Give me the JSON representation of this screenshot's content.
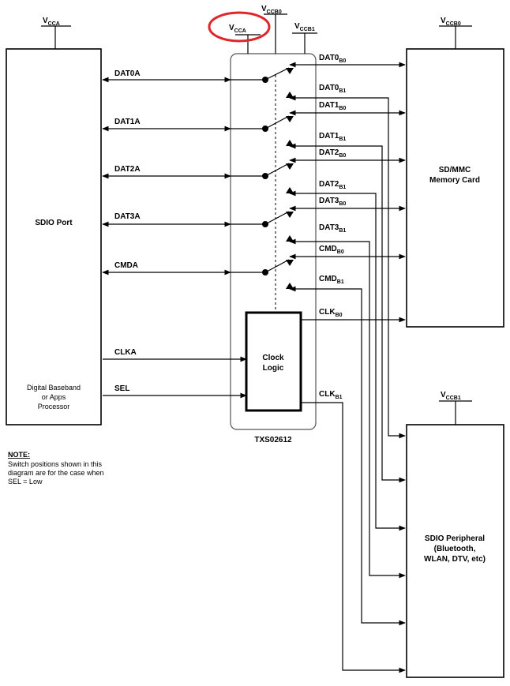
{
  "supplies": {
    "left_main": {
      "base": "V",
      "sub": "CCA"
    },
    "chip_a": {
      "base": "V",
      "sub": "CCA"
    },
    "chip_b0": {
      "base": "V",
      "sub": "CCB0"
    },
    "chip_b1": {
      "base": "V",
      "sub": "CCB1"
    },
    "card_b0": {
      "base": "V",
      "sub": "CCB0"
    },
    "periph_b1": {
      "base": "V",
      "sub": "CCB1"
    }
  },
  "blocks": {
    "sdio_port": [
      "SDIO Port"
    ],
    "baseband": [
      "Digital Baseband",
      "or Apps",
      "Processor"
    ],
    "memory_card": [
      "SD/MMC",
      "Memory Card"
    ],
    "peripheral": [
      "SDIO Peripheral",
      "(Bluetooth,",
      "WLAN, DTV, etc)"
    ],
    "clock_logic": [
      "Clock",
      "Logic"
    ],
    "chip_name": "TXS02612"
  },
  "a_signals": [
    "DAT0A",
    "DAT1A",
    "DAT2A",
    "DAT3A",
    "CMDA",
    "CLKA",
    "SEL"
  ],
  "b_signals": [
    {
      "base": "DAT0",
      "sub": "B0"
    },
    {
      "base": "DAT0",
      "sub": "B1"
    },
    {
      "base": "DAT1",
      "sub": "B0"
    },
    {
      "base": "DAT1",
      "sub": "B1"
    },
    {
      "base": "DAT2",
      "sub": "B0"
    },
    {
      "base": "DAT2",
      "sub": "B1"
    },
    {
      "base": "DAT3",
      "sub": "B0"
    },
    {
      "base": "DAT3",
      "sub": "B1"
    },
    {
      "base": "CMD",
      "sub": "B0"
    },
    {
      "base": "CMD",
      "sub": "B1"
    },
    {
      "base": "CLK",
      "sub": "B0"
    },
    {
      "base": "CLK",
      "sub": "B1"
    }
  ],
  "note": {
    "title": "NOTE:",
    "lines": [
      "Switch positions shown in this",
      "diagram are for the case when",
      "SEL = Low"
    ]
  },
  "highlight_color": "#e0262b"
}
